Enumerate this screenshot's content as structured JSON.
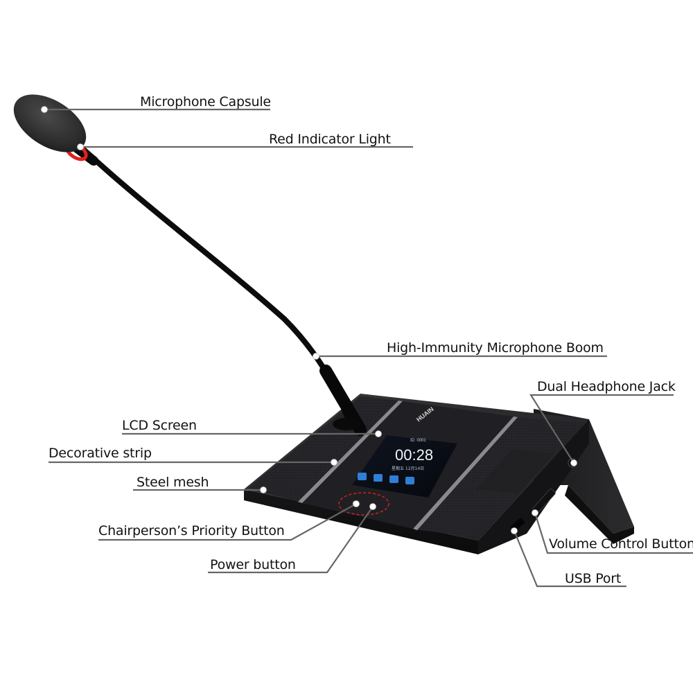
{
  "labels": {
    "microphone_capsule": "Microphone Capsule",
    "red_indicator_light": "Red Indicator Light",
    "microphone_boom": "High-Immunity Microphone Boom",
    "dual_headphone_jack": "Dual Headphone Jack",
    "lcd_screen": "LCD Screen",
    "decorative_strip": "Decorative strip",
    "steel_mesh": "Steel mesh",
    "chairperson_button": "Chairperson’s Priority Button",
    "power_button": "Power button",
    "volume_control": "Volume Control Button",
    "usb_port": "USB Port"
  },
  "device": {
    "brand": "HUAIN",
    "screen_id": "ID: 0001",
    "screen_time": "00:28",
    "screen_date": "星期五  12月14日"
  },
  "colors": {
    "device_body": "#1c1c1e",
    "indicator_red": "#e0201c",
    "leader_line": "#666666",
    "screen_accent": "#2f7fd6"
  }
}
